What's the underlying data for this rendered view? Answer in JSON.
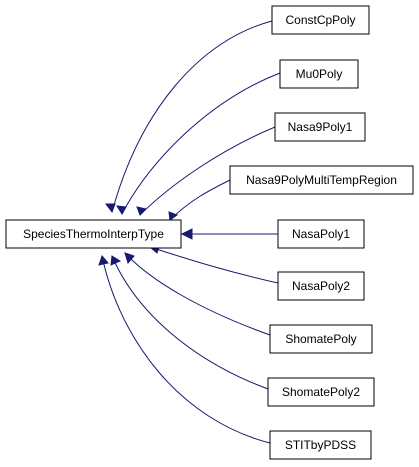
{
  "diagram": {
    "base_class": "SpeciesThermoInterpType",
    "derived_classes": [
      "ConstCpPoly",
      "Mu0Poly",
      "Nasa9Poly1",
      "Nasa9PolyMultiTempRegion",
      "NasaPoly1",
      "NasaPoly2",
      "ShomatePoly",
      "ShomatePoly2",
      "STITbyPDSS"
    ],
    "colors": {
      "edge": "#191970",
      "box_border": "#000000",
      "background": "#ffffff"
    }
  }
}
